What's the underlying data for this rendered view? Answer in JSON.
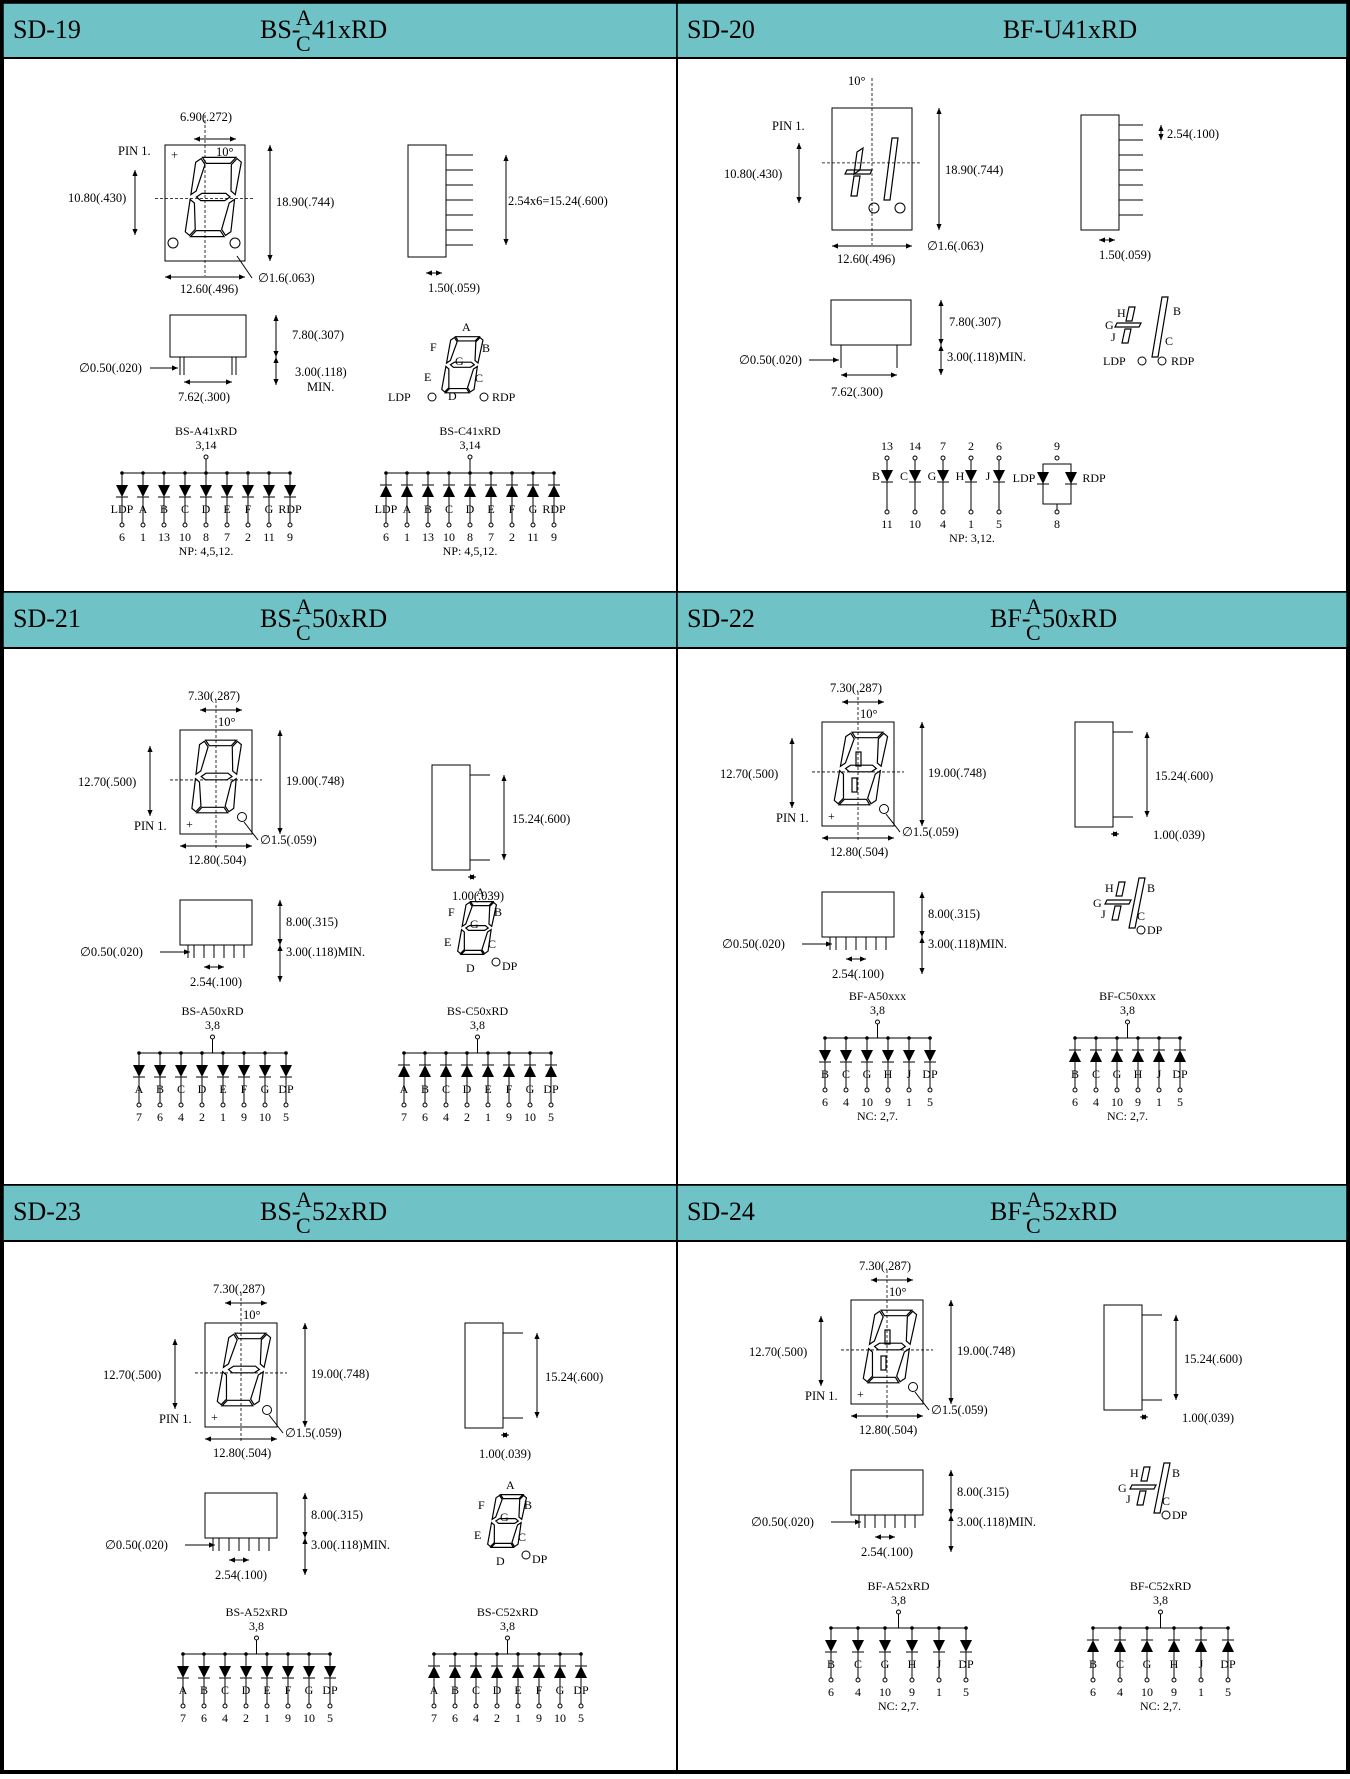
{
  "colors": {
    "header_bg": "#6fc3c7",
    "line": "#000000"
  },
  "panels": [
    {
      "id": "SD-19",
      "model": {
        "prefix": "BS-",
        "top": "A",
        "bottom": "C",
        "suffix": "41xRD",
        "plain": ""
      },
      "dims": {
        "d1": "6.90(.272)",
        "d2": "10°",
        "d3": "10.80(.430)",
        "d4": "18.90(.744)",
        "d5": "12.60(.496)",
        "d6": "∅1.6(.063)",
        "d7": "2.54x6=15.24(.600)",
        "d8": "1.50(.059)",
        "d9": "7.80(.307)",
        "d10": "∅0.50(.020)",
        "d11": "3.00(.118)",
        "d12": "MIN.",
        "d13": "7.62(.300)",
        "pin1": "PIN 1."
      },
      "segments": {
        "a": "A",
        "b": "B",
        "c": "C",
        "d": "D",
        "e": "E",
        "f": "F",
        "g": "G",
        "ldp": "LDP",
        "rdp": "RDP"
      },
      "circuits": [
        {
          "name": "BS-A41xRD",
          "common": "3,14",
          "labels": [
            "LDP",
            "A",
            "B",
            "C",
            "D",
            "E",
            "F",
            "G",
            "RDP"
          ],
          "pins": [
            "6",
            "1",
            "13",
            "10",
            "8",
            "7",
            "2",
            "11",
            "9"
          ],
          "note": "NP: 4,5,12."
        },
        {
          "name": "BS-C41xRD",
          "common": "3,14",
          "labels": [
            "LDP",
            "A",
            "B",
            "C",
            "D",
            "E",
            "F",
            "G",
            "RDP"
          ],
          "pins": [
            "6",
            "1",
            "13",
            "10",
            "8",
            "7",
            "2",
            "11",
            "9"
          ],
          "note": "NP: 4,5,12."
        }
      ]
    },
    {
      "id": "SD-20",
      "model": {
        "prefix": "",
        "top": "",
        "bottom": "",
        "suffix": "",
        "plain": "BF-U41xRD"
      },
      "dims": {
        "d1": "10°",
        "pin1": "PIN 1.",
        "d3": "10.80(.430)",
        "d4": "18.90(.744)",
        "d6": "∅1.6(.063)",
        "d5": "12.60(.496)",
        "d7": "2.54(.100)",
        "d8": "1.50(.059)",
        "d9": "7.80(.307)",
        "d10": "∅0.50(.020)",
        "d11": "3.00(.118)MIN.",
        "d13": "7.62(.300)"
      },
      "segments": {
        "h": "H",
        "b": "B",
        "g": "G",
        "j": "J",
        "c": "C",
        "ldp": "LDP",
        "rdp": "RDP"
      },
      "circuit": {
        "top_pins": [
          "13",
          "14",
          "7",
          "2",
          "6",
          "9"
        ],
        "labels": [
          "B",
          "C",
          "G",
          "H",
          "J",
          "LDP",
          "RDP"
        ],
        "bottom_pins": [
          "11",
          "10",
          "4",
          "1",
          "5",
          "8"
        ],
        "note": "NP: 3,12."
      }
    },
    {
      "id": "SD-21",
      "model": {
        "prefix": "BS-",
        "top": "A",
        "bottom": "C",
        "suffix": "50xRD",
        "plain": ""
      },
      "dims": {
        "d1": "7.30(.287)",
        "d2": "10°",
        "d3": "12.70(.500)",
        "d4": "19.00(.748)",
        "pin1": "PIN 1.",
        "d6": "∅1.5(.059)",
        "d5": "12.80(.504)",
        "d7": "15.24(.600)",
        "d8": "1.00(.039)",
        "d9": "8.00(.315)",
        "d10": "∅0.50(.020)",
        "d11": "3.00(.118)MIN.",
        "d13": "2.54(.100)"
      },
      "segments": {
        "a": "A",
        "b": "B",
        "c": "C",
        "d": "D",
        "e": "E",
        "f": "F",
        "g": "G",
        "dp": "DP"
      },
      "circuits": [
        {
          "name": "BS-A50xRD",
          "common": "3,8",
          "labels": [
            "A",
            "B",
            "C",
            "D",
            "E",
            "F",
            "G",
            "DP"
          ],
          "pins": [
            "7",
            "6",
            "4",
            "2",
            "1",
            "9",
            "10",
            "5"
          ]
        },
        {
          "name": "BS-C50xRD",
          "common": "3,8",
          "labels": [
            "A",
            "B",
            "C",
            "D",
            "E",
            "F",
            "G",
            "DP"
          ],
          "pins": [
            "7",
            "6",
            "4",
            "2",
            "1",
            "9",
            "10",
            "5"
          ]
        }
      ]
    },
    {
      "id": "SD-22",
      "model": {
        "prefix": "BF-",
        "top": "A",
        "bottom": "C",
        "suffix": "50xRD",
        "plain": ""
      },
      "dims": {
        "d1": "7.30(.287)",
        "d2": "10°",
        "d3": "12.70(.500)",
        "d4": "19.00(.748)",
        "pin1": "PIN 1.",
        "d6": "∅1.5(.059)",
        "d5": "12.80(.504)",
        "d7": "15.24(.600)",
        "d8": "1.00(.039)",
        "d9": "8.00(.315)",
        "d10": "∅0.50(.020)",
        "d11": "3.00(.118)MIN.",
        "d13": "2.54(.100)"
      },
      "segments": {
        "h": "H",
        "b": "B",
        "g": "G",
        "j": "J",
        "c": "C",
        "dp": "DP"
      },
      "circuits": [
        {
          "name": "BF-A50xxx",
          "common": "3,8",
          "labels": [
            "B",
            "C",
            "G",
            "H",
            "J",
            "DP"
          ],
          "pins": [
            "6",
            "4",
            "10",
            "9",
            "1",
            "5"
          ],
          "note": "NC: 2,7."
        },
        {
          "name": "BF-C50xxx",
          "common": "3,8",
          "labels": [
            "B",
            "C",
            "G",
            "H",
            "J",
            "DP"
          ],
          "pins": [
            "6",
            "4",
            "10",
            "9",
            "1",
            "5"
          ],
          "note": "NC: 2,7."
        }
      ]
    },
    {
      "id": "SD-23",
      "model": {
        "prefix": "BS-",
        "top": "A",
        "bottom": "C",
        "suffix": "52xRD",
        "plain": ""
      },
      "dims": {
        "d1": "7.30(.287)",
        "d2": "10°",
        "d3": "12.70(.500)",
        "d4": "19.00(.748)",
        "pin1": "PIN 1.",
        "d6": "∅1.5(.059)",
        "d5": "12.80(.504)",
        "d7": "15.24(.600)",
        "d8": "1.00(.039)",
        "d9": "8.00(.315)",
        "d10": "∅0.50(.020)",
        "d11": "3.00(.118)MIN.",
        "d13": "2.54(.100)"
      },
      "segments": {
        "a": "A",
        "b": "B",
        "c": "C",
        "d": "D",
        "e": "E",
        "f": "F",
        "g": "G",
        "dp": "DP"
      },
      "circuits": [
        {
          "name": "BS-A52xRD",
          "common": "3,8",
          "labels": [
            "A",
            "B",
            "C",
            "D",
            "E",
            "F",
            "G",
            "DP"
          ],
          "pins": [
            "7",
            "6",
            "4",
            "2",
            "1",
            "9",
            "10",
            "5"
          ]
        },
        {
          "name": "BS-C52xRD",
          "common": "3,8",
          "labels": [
            "A",
            "B",
            "C",
            "D",
            "E",
            "F",
            "G",
            "DP"
          ],
          "pins": [
            "7",
            "6",
            "4",
            "2",
            "1",
            "9",
            "10",
            "5"
          ]
        }
      ]
    },
    {
      "id": "SD-24",
      "model": {
        "prefix": "BF-",
        "top": "A",
        "bottom": "C",
        "suffix": "52xRD",
        "plain": ""
      },
      "dims": {
        "d1": "7.30(.287)",
        "d2": "10°",
        "d3": "12.70(.500)",
        "d4": "19.00(.748)",
        "pin1": "PIN 1.",
        "d6": "∅1.5(.059)",
        "d5": "12.80(.504)",
        "d7": "15.24(.600)",
        "d8": "1.00(.039)",
        "d9": "8.00(.315)",
        "d10": "∅0.50(.020)",
        "d11": "3.00(.118)MIN.",
        "d13": "2.54(.100)"
      },
      "segments": {
        "h": "H",
        "b": "B",
        "g": "G",
        "j": "J",
        "c": "C",
        "dp": "DP"
      },
      "circuits": [
        {
          "name": "BF-A52xRD",
          "common": "3,8",
          "labels": [
            "B",
            "C",
            "G",
            "H",
            "J",
            "DP"
          ],
          "pins": [
            "6",
            "4",
            "10",
            "9",
            "1",
            "5"
          ],
          "note": "NC: 2,7."
        },
        {
          "name": "BF-C52xRD",
          "common": "3,8",
          "labels": [
            "B",
            "C",
            "G",
            "H",
            "J",
            "DP"
          ],
          "pins": [
            "6",
            "4",
            "10",
            "9",
            "1",
            "5"
          ],
          "note": "NC: 2,7."
        }
      ]
    }
  ]
}
